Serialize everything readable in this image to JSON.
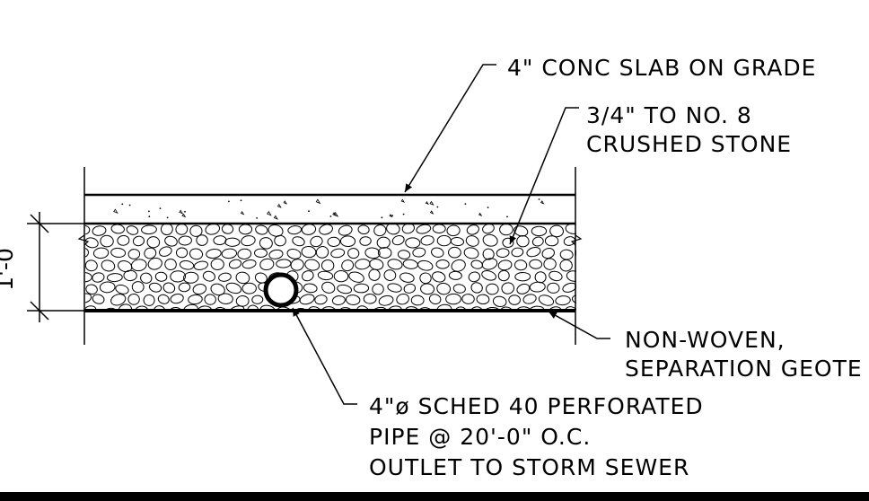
{
  "callouts": {
    "slab": "4\" CONC SLAB ON GRADE",
    "stone_line1": "3/4\" TO NO. 8",
    "stone_line2": "CRUSHED STONE",
    "fabric_line1": "NON-WOVEN,",
    "fabric_line2": "SEPARATION GEOTE",
    "pipe_line1": "4\"ø SCHED 40 PERFORATED",
    "pipe_line2": "PIPE @ 20'-0\" O.C.",
    "pipe_line3": "OUTLET TO STORM SEWER"
  },
  "dimension": {
    "label": "1'-0"
  }
}
